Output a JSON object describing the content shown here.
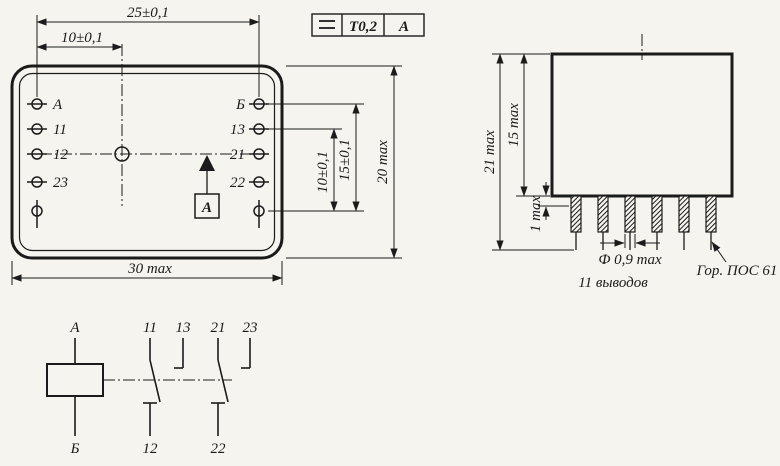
{
  "colors": {
    "ink": "#1b1b1b",
    "paper": "#f5f4ef"
  },
  "top_view": {
    "dim_pin_span": "25±0,1",
    "dim_left_to_center": "10±0,1",
    "dim_body_width": "30 max",
    "dim_row_span_10": "10±0,1",
    "dim_row_span_15": "15±0,1",
    "dim_body_height": "20 max",
    "pins_left": [
      "А",
      "11",
      "12",
      "23"
    ],
    "pins_right": [
      "Б",
      "13",
      "21",
      "22"
    ],
    "datum_label": "А",
    "tolerance_frame": {
      "symbol_icon": "parallel-lines-icon",
      "value": "Т0,2",
      "datum": "А"
    }
  },
  "side_view": {
    "dim_total_height": "21 max",
    "dim_body_height": "15 max",
    "dim_collar": "1 max",
    "pin_diameter": "Ф 0,9 max",
    "leads_note": "11 выводов",
    "solder_note": "Гор. ПОС 61"
  },
  "schematic": {
    "coil_top": "А",
    "coil_bottom": "Б",
    "contacts_top": [
      "11",
      "13",
      "21",
      "23"
    ],
    "contacts_bottom": [
      "12",
      "22"
    ]
  }
}
